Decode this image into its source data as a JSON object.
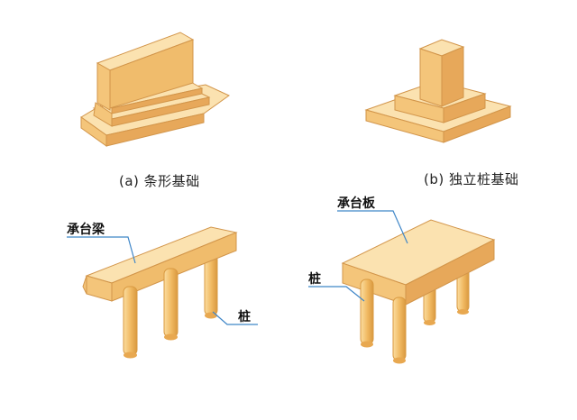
{
  "captions": {
    "strip": "(a) 条形基础",
    "isolated": "(b) 独立桩基础"
  },
  "labels": {
    "cap_beam": "承台梁",
    "pile_left": "桩",
    "cap_slab": "承台板",
    "pile_right": "桩"
  },
  "colors": {
    "top": "#FBE2B0",
    "front": "#F4C57A",
    "side": "#E7A85A",
    "edge": "#D2954A",
    "pile": "#F0B860",
    "pile_shade": "#D99940",
    "leader": "#3F86C8"
  }
}
